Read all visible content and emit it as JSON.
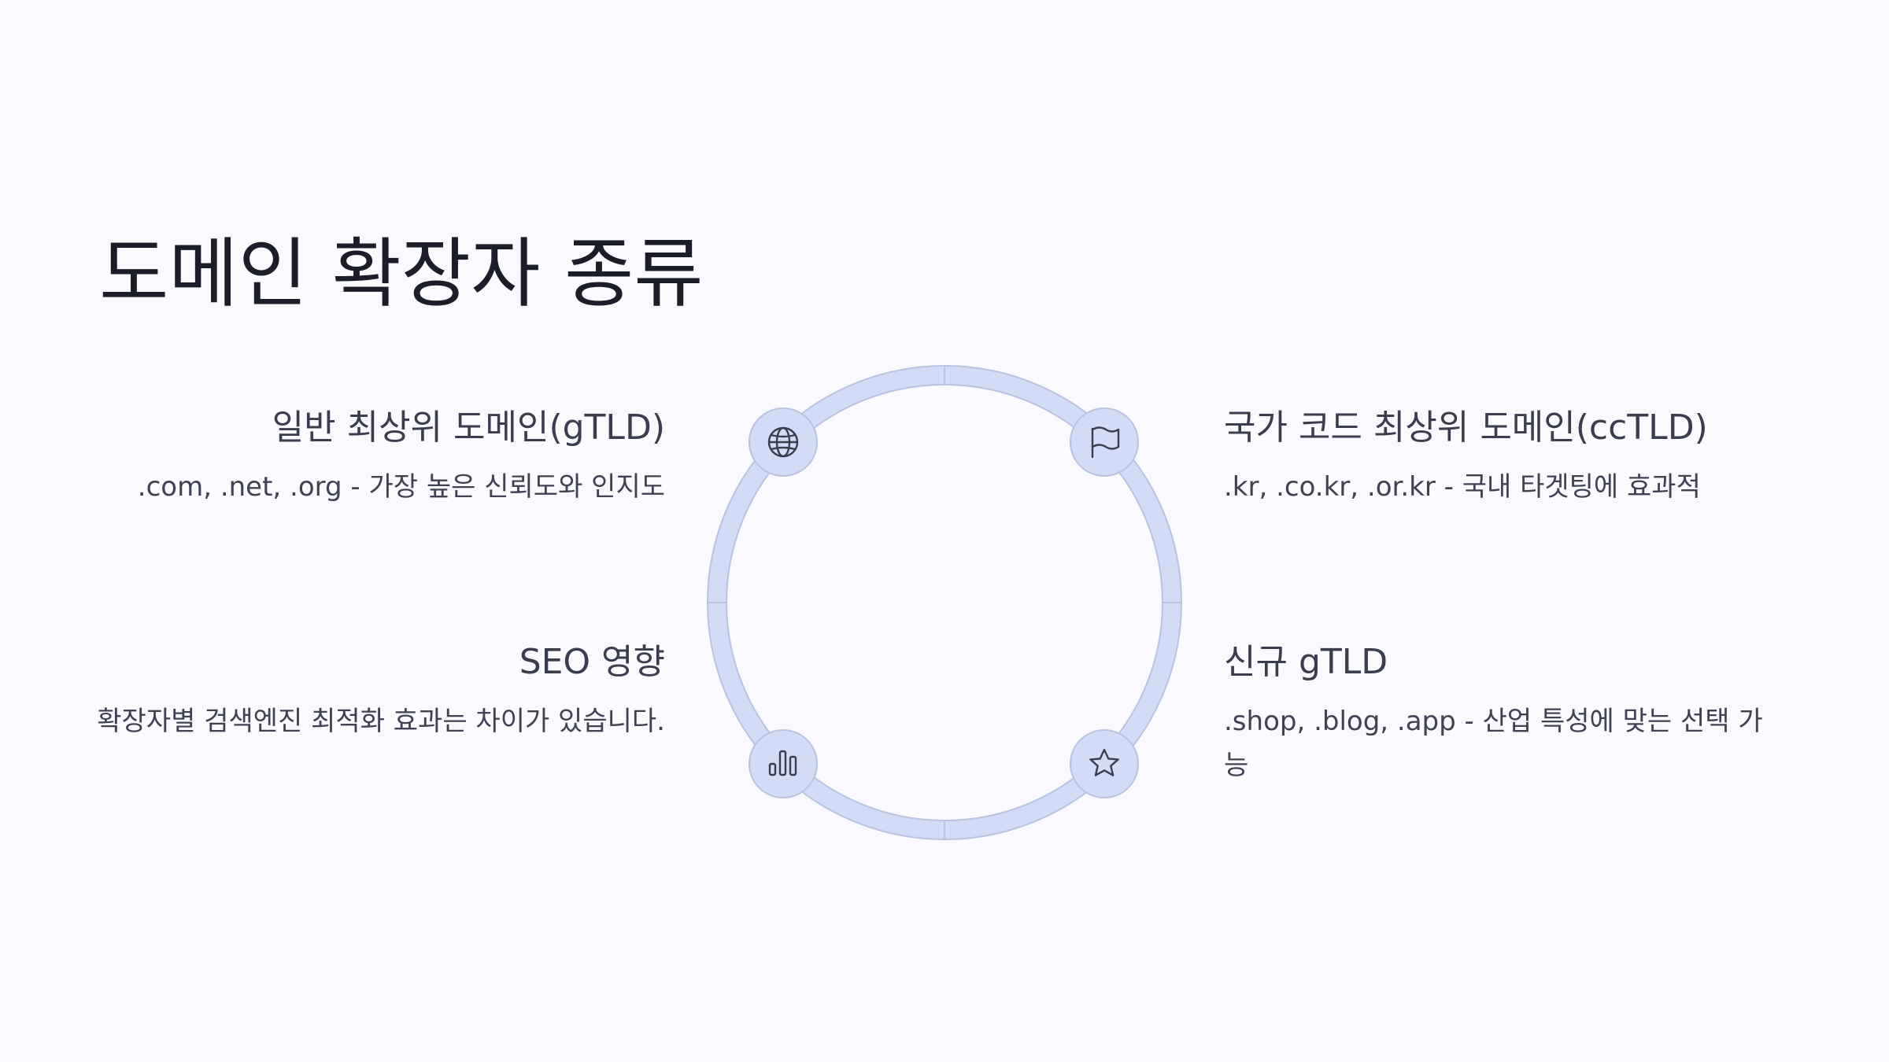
{
  "title": "도메인 확장자 종류",
  "items": [
    {
      "id": "gtld",
      "position": "top-left",
      "icon": "globe-icon",
      "heading": "일반 최상위 도메인(gTLD)",
      "body": ".com, .net, .org - 가장 높은 신뢰도와 인지도"
    },
    {
      "id": "cctld",
      "position": "top-right",
      "icon": "flag-icon",
      "heading": "국가 코드 최상위 도메인(ccTLD)",
      "body": ".kr, .co.kr, .or.kr - 국내 타겟팅에 효과적"
    },
    {
      "id": "seo",
      "position": "bottom-left",
      "icon": "bar-chart-icon",
      "heading": "SEO 영향",
      "body": "확장자별 검색엔진 최적화 효과는 차이가 있습니다."
    },
    {
      "id": "new-gtld",
      "position": "bottom-right",
      "icon": "star-icon",
      "heading": "신규 gTLD",
      "body": ".shop, .blog, .app - 산업 특성에 맞는 선택 가능"
    }
  ],
  "colors": {
    "background": "#f9f9fe",
    "ring_fill": "#d3dcf6",
    "ring_stroke": "#b9c3e0",
    "node_fill": "#d3dcf6",
    "icon_stroke": "#3a3d4d",
    "title": "#1b1d28",
    "text": "#3f4252"
  }
}
